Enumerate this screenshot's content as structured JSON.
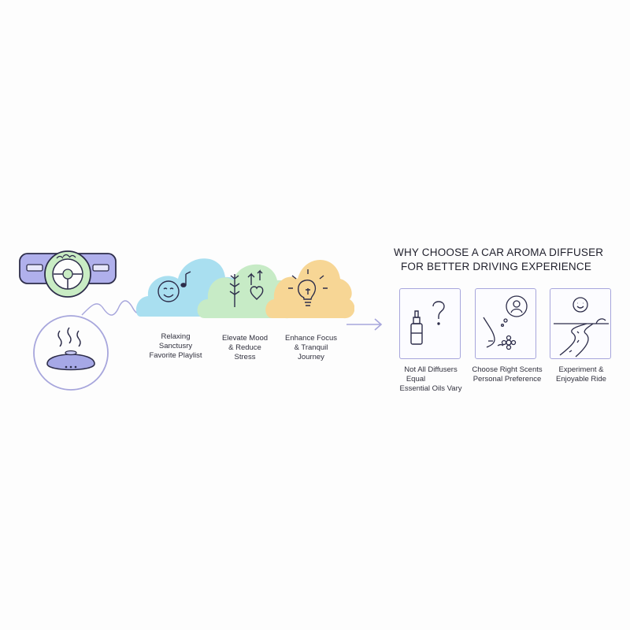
{
  "title": {
    "line1": "WHY CHOOSE A CAR AROMA DIFFUSER",
    "line2": "FOR BETTER DRIVING EXPERIENCE"
  },
  "clouds": [
    {
      "lines": [
        "Relaxing",
        "Sanctusry",
        "Favorite Playlist"
      ],
      "color": "#a9dff0",
      "icon": "smile-music-icon"
    },
    {
      "lines": [
        "Elevate Mood",
        "& Reduce",
        "Stress"
      ],
      "color": "#c7ebc6",
      "icon": "lavender-heart-icon"
    },
    {
      "lines": [
        "Enhance Focus",
        "& Tranquil",
        "Journey"
      ],
      "color": "#f7d695",
      "icon": "lightbulb-icon"
    }
  ],
  "cards": [
    {
      "lines": [
        "Not All Diffusers",
        "Equal",
        "Essential Oils Vary"
      ],
      "icon": "oil-bottle-question-icon"
    },
    {
      "lines": [
        "Choose Right Scents",
        "Personal Preference"
      ],
      "icon": "nose-flower-icon"
    },
    {
      "lines": [
        "Experiment &",
        "Enjoyable Ride"
      ],
      "icon": "winding-road-icon"
    }
  ],
  "colors": {
    "accent": "#a7a6dc",
    "diffuser": "#a6a8e6",
    "steering": "#c9ecc4",
    "dashboard": "#b0b0ec"
  }
}
